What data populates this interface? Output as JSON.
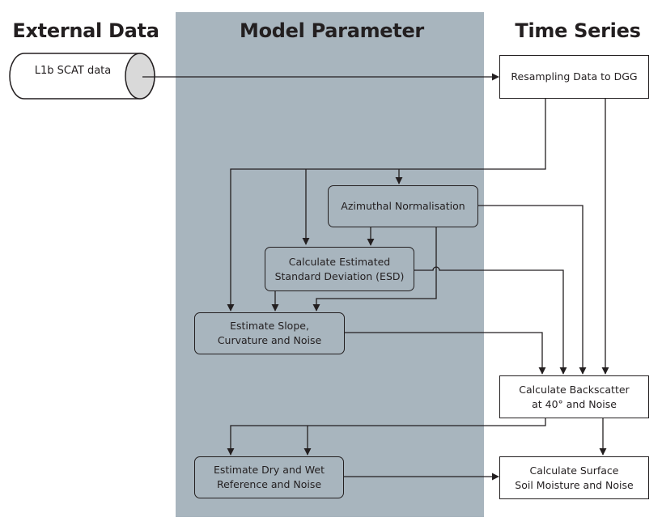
{
  "headers": {
    "external": "External Data",
    "model": "Model Parameter",
    "timeseries": "Time Series"
  },
  "source": {
    "label": "L1b SCAT data"
  },
  "nodes": {
    "resampling": "Resampling Data to DGG",
    "azimuthal": "Azimuthal Normalisation",
    "esd": "Calculate Estimated\nStandard Deviation (ESD)",
    "slope": "Estimate Slope,\nCurvature and Noise",
    "backscatter": "Calculate Backscatter\nat 40° and Noise",
    "drywet": "Estimate Dry and Wet\nReference and Noise",
    "soil": "Calculate Surface\nSoil Moisture and Noise"
  },
  "colors": {
    "panel": "#a8b5be",
    "line": "#231f20",
    "cylinder_cap": "#d9d9d9"
  }
}
